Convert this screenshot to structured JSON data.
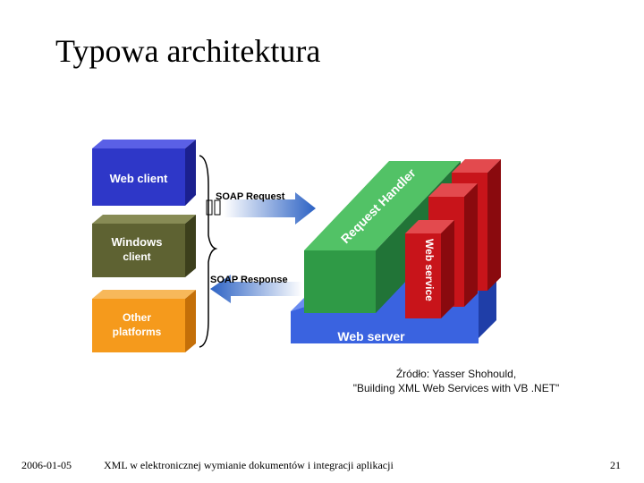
{
  "slide": {
    "title": "Typowa architektura",
    "source_line1": "Źródło: Yasser Shohould,",
    "source_line2": "\"Building XML Web Services with VB .NET\"",
    "footer_date": "2006-01-05",
    "footer_center": "XML w elektronicznej wymianie dokumentów i integracji aplikacji",
    "footer_page": "21"
  },
  "diagram": {
    "clients": {
      "web": "Web client",
      "windows_line1": "Windows",
      "windows_line2": "client",
      "other_line1": "Other",
      "other_line2": "platforms"
    },
    "soap_request": "SOAP Request",
    "soap_response": "SOAP Response",
    "request_handler": "Request Handler",
    "web_service": "Web service",
    "web_server": "Web server",
    "colors": {
      "web_client": "#2e37c8",
      "windows_client": "#5e6232",
      "other_platforms": "#f59a1c",
      "handler": "#2f9a46",
      "service": "#c8141a",
      "server": "#3a63e0",
      "arrow": "#2c62c4"
    }
  }
}
